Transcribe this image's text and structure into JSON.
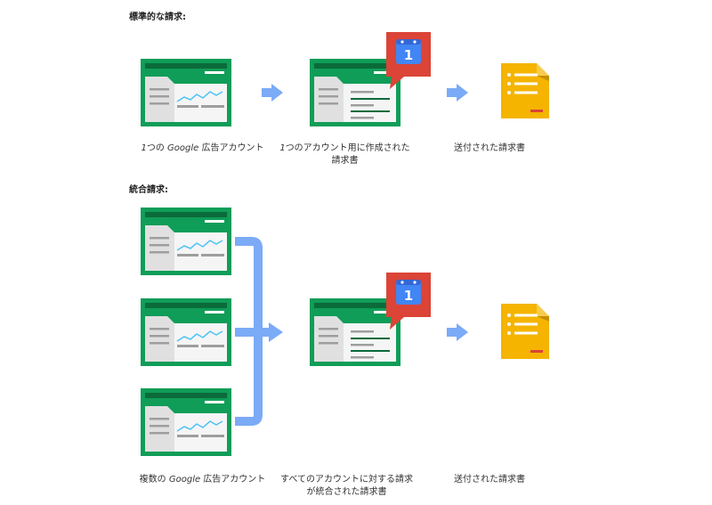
{
  "standard": {
    "heading": "標準的な請求:",
    "caption_account_num": "1",
    "caption_account_pre": "つの",
    "caption_account_brand": "Google",
    "caption_account_post": " 広告アカウント",
    "caption_invoice_num": "1",
    "caption_invoice_text": "つのアカウント用に作成された請求書",
    "caption_sent": "送付された請求書",
    "badge_number": "1"
  },
  "consolidated": {
    "heading": "統合請求:",
    "caption_accounts_pre": "複数の ",
    "caption_accounts_brand": "Google",
    "caption_accounts_post": " 広告アカウント",
    "caption_invoice": "すべてのアカウントに対する請求が統合された請求書",
    "caption_sent": "送付された請求書",
    "badge_number": "1"
  },
  "colors": {
    "green": "#0f9d58",
    "dark_green": "#0b6b3a",
    "arrow_blue": "#7baaf7",
    "badge_red": "#db4437",
    "calendar_blue": "#4285f4",
    "doc_yellow": "#f4b400",
    "doc_fold": "#f7cb4d",
    "doc_red_line": "#db4437"
  },
  "icons": [
    "account-window-icon",
    "invoice-window-icon",
    "calendar-badge-icon",
    "arrow-right-icon",
    "document-icon"
  ]
}
